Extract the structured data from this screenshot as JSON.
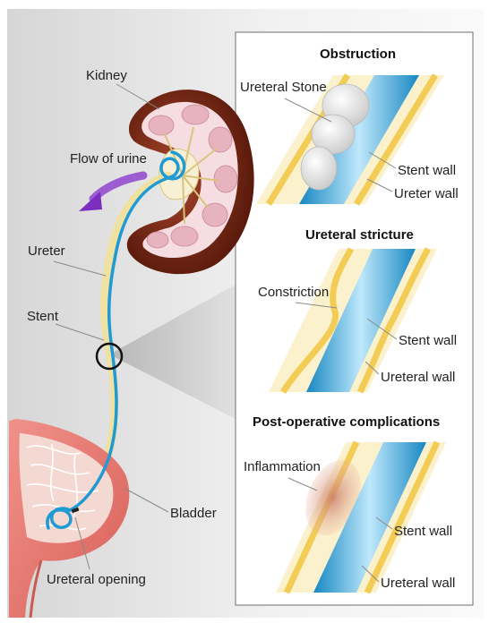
{
  "labels": {
    "kidney": "Kidney",
    "flow": "Flow of urine",
    "ureter": "Ureter",
    "stent": "Stent",
    "bladder": "Bladder",
    "ureteral_opening": "Ureteral opening"
  },
  "panels": [
    {
      "title": "Obstruction",
      "labels": [
        "Ureteral Stone",
        "Stent wall",
        "Ureter wall"
      ]
    },
    {
      "title": "Ureteral stricture",
      "labels": [
        "Constriction",
        "Stent wall",
        "Ureteral wall"
      ]
    },
    {
      "title": "Post-operative complications",
      "labels": [
        "Inflammation",
        "Stent wall",
        "Ureteral wall"
      ]
    }
  ],
  "colors": {
    "stent": "#29a7d8",
    "ureter": "#f3e6a8",
    "kidney": "#7c2a18",
    "bladder": "#e8837a",
    "arrow": "#7b2fbf",
    "wall": "#f2cc55",
    "inflammation": "#d99a8a"
  }
}
